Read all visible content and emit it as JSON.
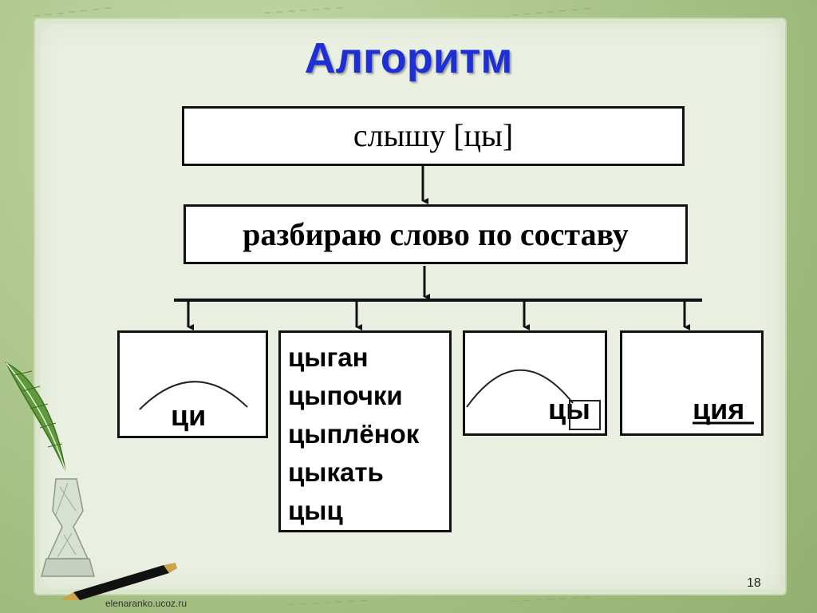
{
  "slide": {
    "title": "Алгоритм",
    "slide_number": "18",
    "site": "elenaranko.ucoz.ru"
  },
  "steps": {
    "hear": "слышу [цы]",
    "parse": "разбираю слово по составу"
  },
  "branches": {
    "root_ci": "ци",
    "exceptions": [
      "цыган",
      "цыпочки",
      "цыплёнок",
      "цыкать",
      "цыц"
    ],
    "ending_cy": "цы",
    "suffix_ciya": "ция"
  },
  "colors": {
    "title": "#1f2fd6",
    "frame": "#a9c489",
    "panel": "#e9efe1"
  }
}
